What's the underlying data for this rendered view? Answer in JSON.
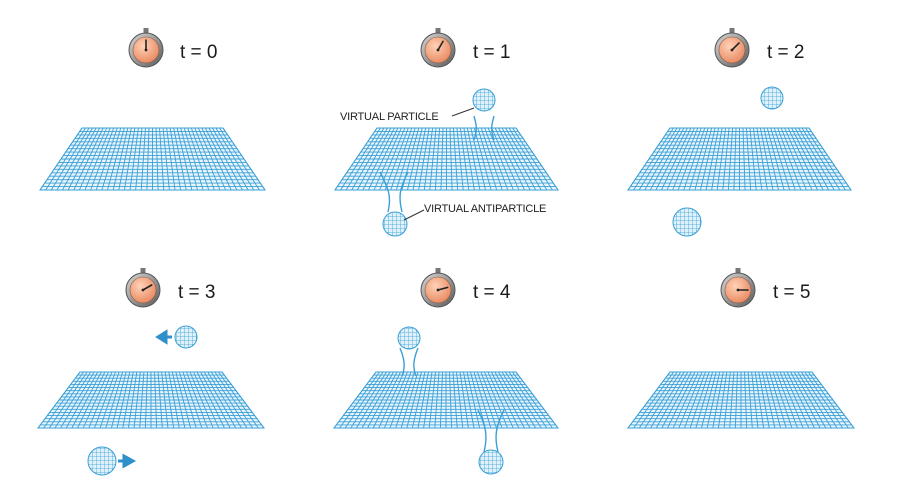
{
  "panels": [
    {
      "time_label": "t = 0",
      "clock_hand_deg": 0
    },
    {
      "time_label": "t = 1",
      "clock_hand_deg": 30
    },
    {
      "time_label": "t = 2",
      "clock_hand_deg": 45
    },
    {
      "time_label": "t = 3",
      "clock_hand_deg": 60
    },
    {
      "time_label": "t = 4",
      "clock_hand_deg": 75
    },
    {
      "time_label": "t = 5",
      "clock_hand_deg": 90
    }
  ],
  "annotations": {
    "virtual_particle": "VIRTUAL PARTICLE",
    "virtual_antiparticle": "VIRTUAL ANTIPARTICLE"
  },
  "colors": {
    "grid": "#3a9fd6",
    "grid_fill": "#eaf6fc",
    "clock_face": "#f0a27a",
    "clock_rim": "#6e6e6e",
    "arrow": "#2f8fc9"
  }
}
